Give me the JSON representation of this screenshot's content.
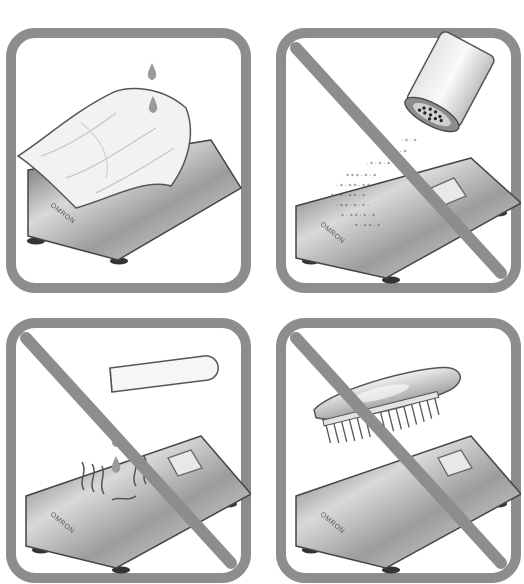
{
  "brand_label": "OMRON",
  "colors": {
    "frame": "#8d8d8d",
    "prohibit_line": "#8d8d8d",
    "scale_dark": "#606060",
    "scale_light": "#d9d9d9"
  },
  "panels": [
    {
      "scene": "damp-cloth-wipe",
      "prohibited": false,
      "icons": [
        "cloth-icon",
        "water-drop-icon",
        "scale-icon"
      ]
    },
    {
      "scene": "cleaning-powder",
      "prohibited": true,
      "icons": [
        "powder-shaker-icon",
        "scale-icon"
      ]
    },
    {
      "scene": "solvent-liquid",
      "prohibited": true,
      "icons": [
        "test-tube-icon",
        "fume-icon",
        "scale-icon"
      ]
    },
    {
      "scene": "scrub-brush",
      "prohibited": true,
      "icons": [
        "scrub-brush-icon",
        "scale-icon"
      ]
    }
  ]
}
